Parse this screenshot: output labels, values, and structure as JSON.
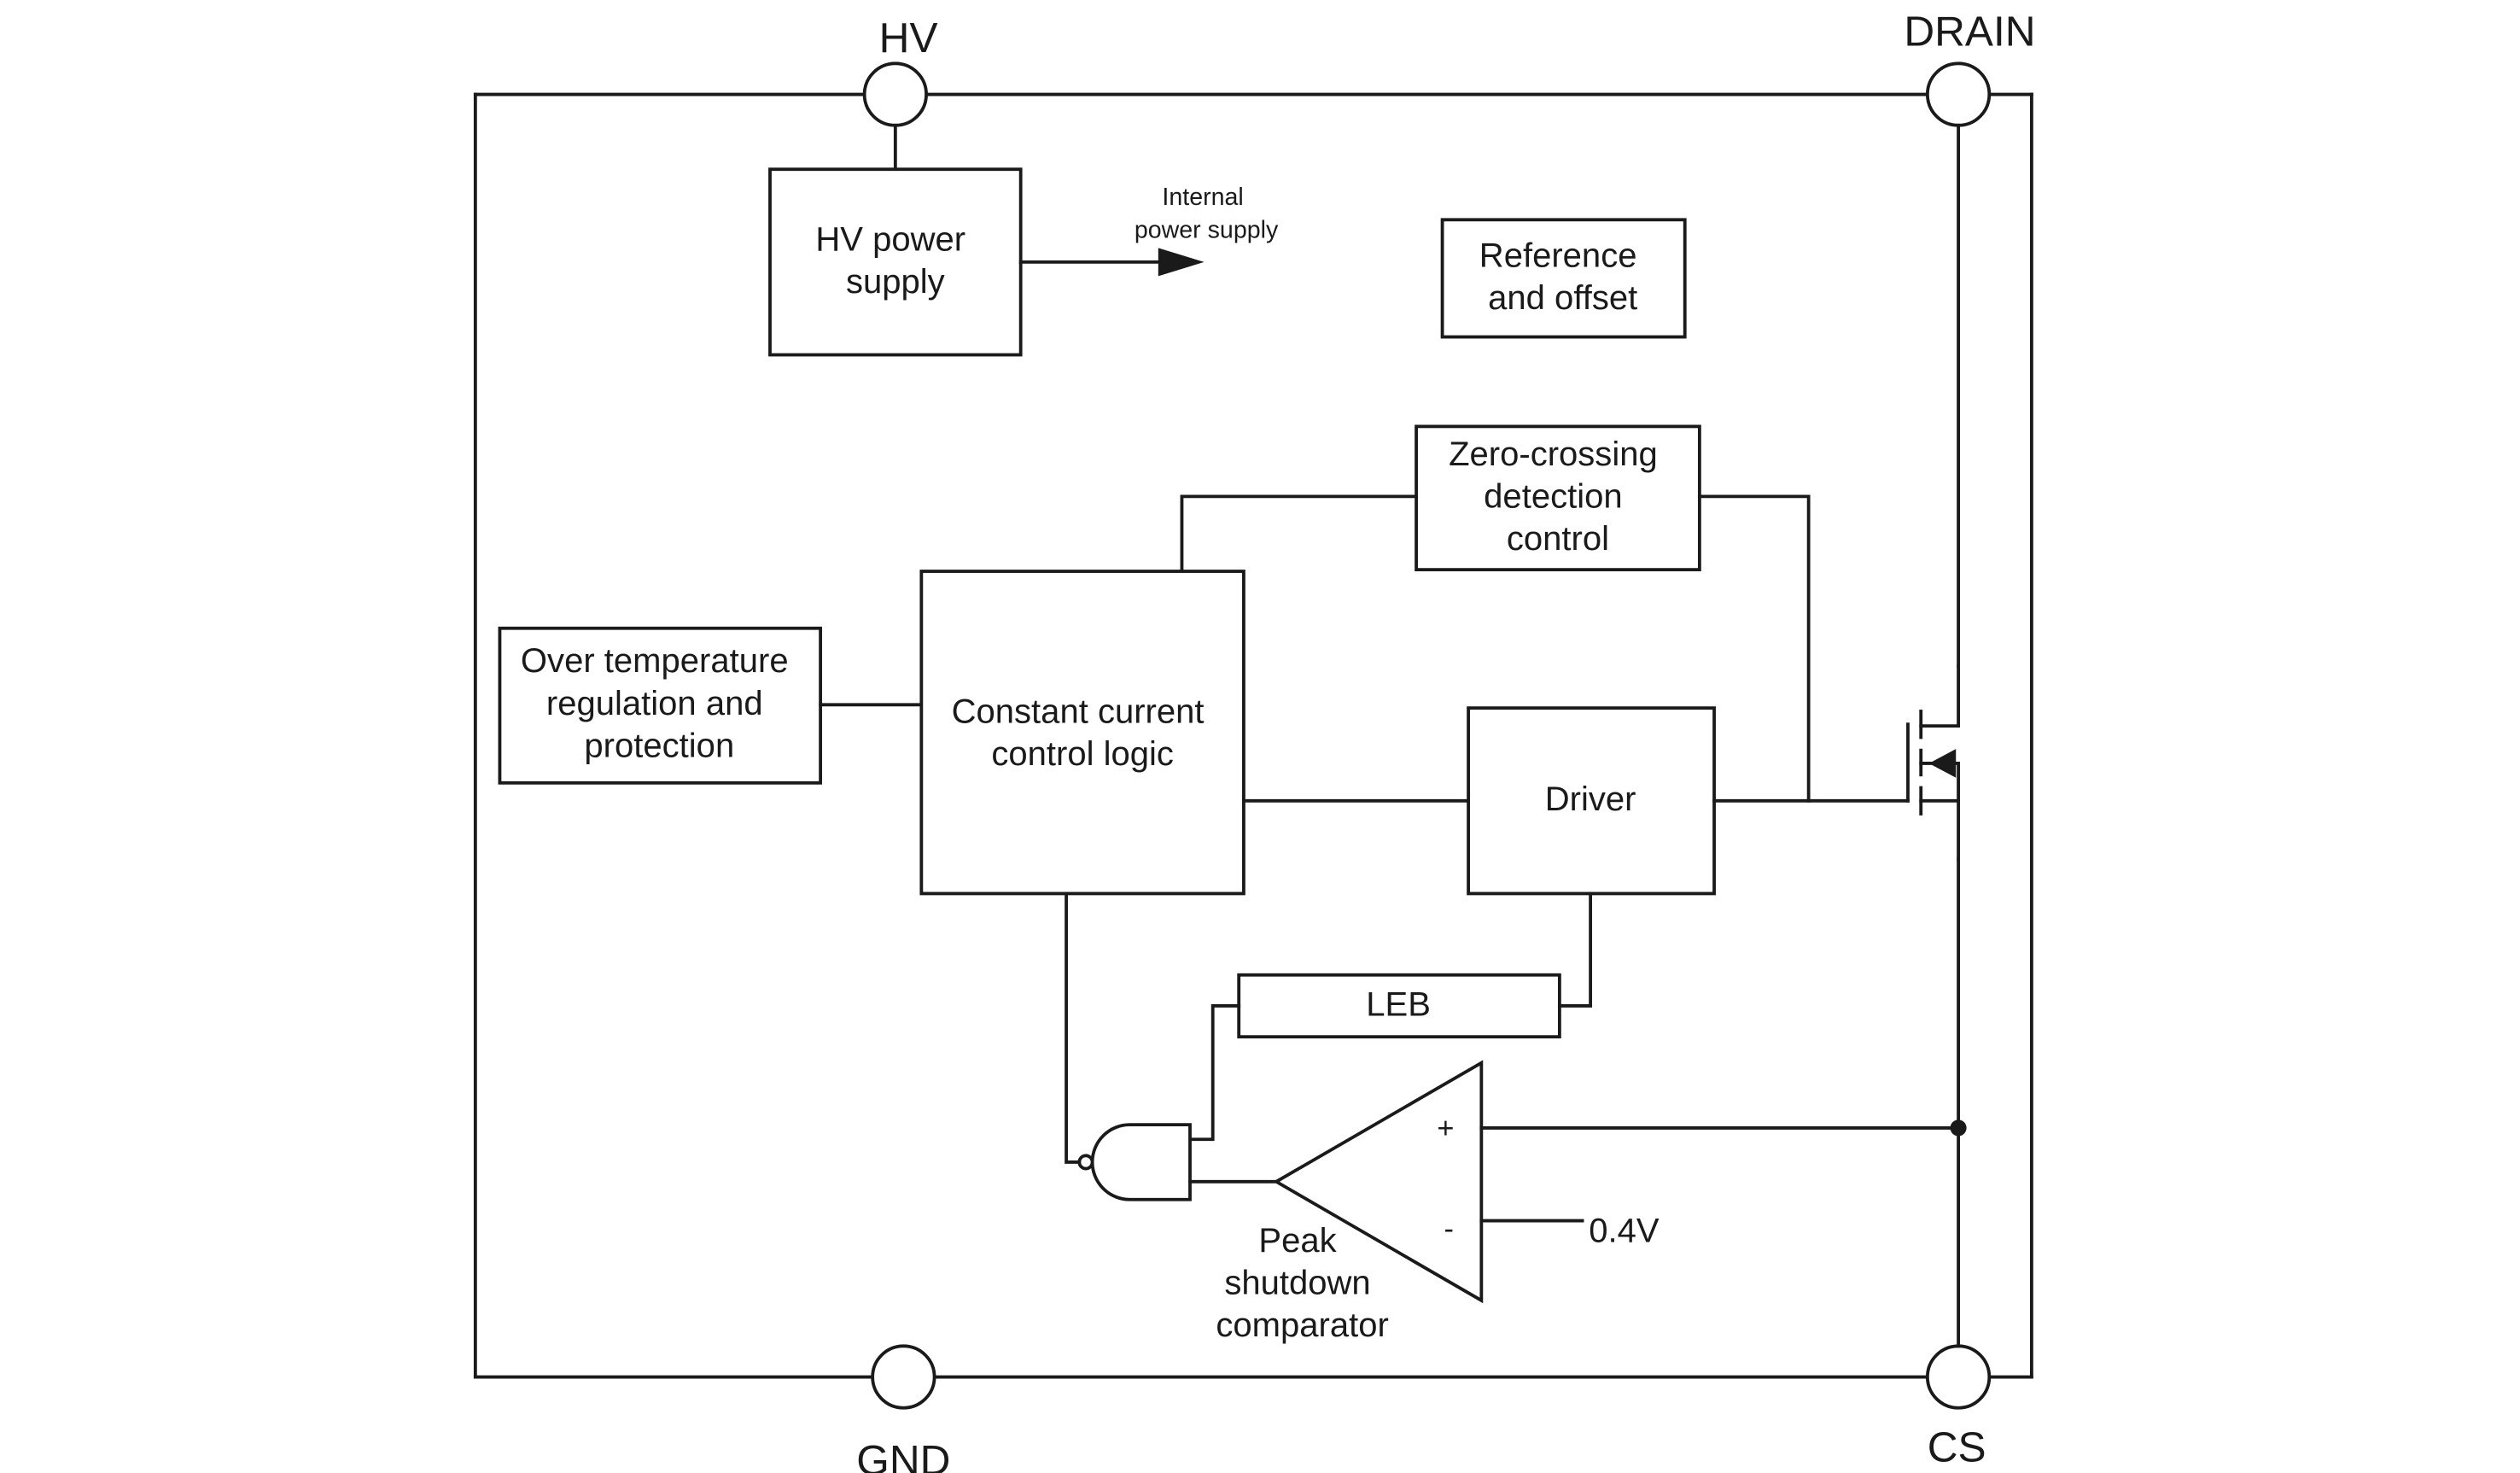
{
  "pins": {
    "hv": "HV",
    "drain": "DRAIN",
    "gnd": "GND",
    "cs": "CS"
  },
  "blocks": {
    "hv_power_supply": [
      "HV power",
      "supply"
    ],
    "reference_offset": [
      "Reference",
      "and offset"
    ],
    "zero_crossing": [
      "Zero-crossing",
      "detection",
      "control"
    ],
    "over_temperature": [
      "Over temperature",
      "regulation and",
      "protection"
    ],
    "constant_current": [
      "Constant current",
      "control logic"
    ],
    "driver": [
      "Driver"
    ],
    "leb": [
      "LEB"
    ]
  },
  "annotations": {
    "internal_power_supply": [
      "Internal",
      "power supply"
    ],
    "comparator_label": [
      "Peak",
      "shutdown",
      "comparator"
    ],
    "plus_sign": "+",
    "minus_sign": "-",
    "reference_voltage": "0.4V"
  }
}
